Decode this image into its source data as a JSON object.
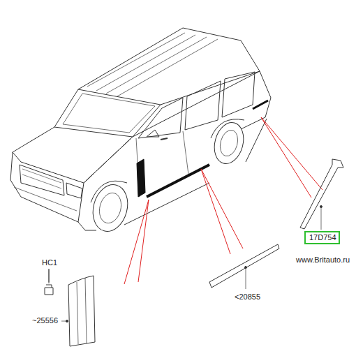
{
  "diagram": {
    "nodes": [
      {
        "text": [
          "17D754"
        ]
      }
    ],
    "edges": [],
    "labels": [
      "HC1",
      "~25556",
      "<20855",
      "www.Britauto.ru"
    ]
  }
}
